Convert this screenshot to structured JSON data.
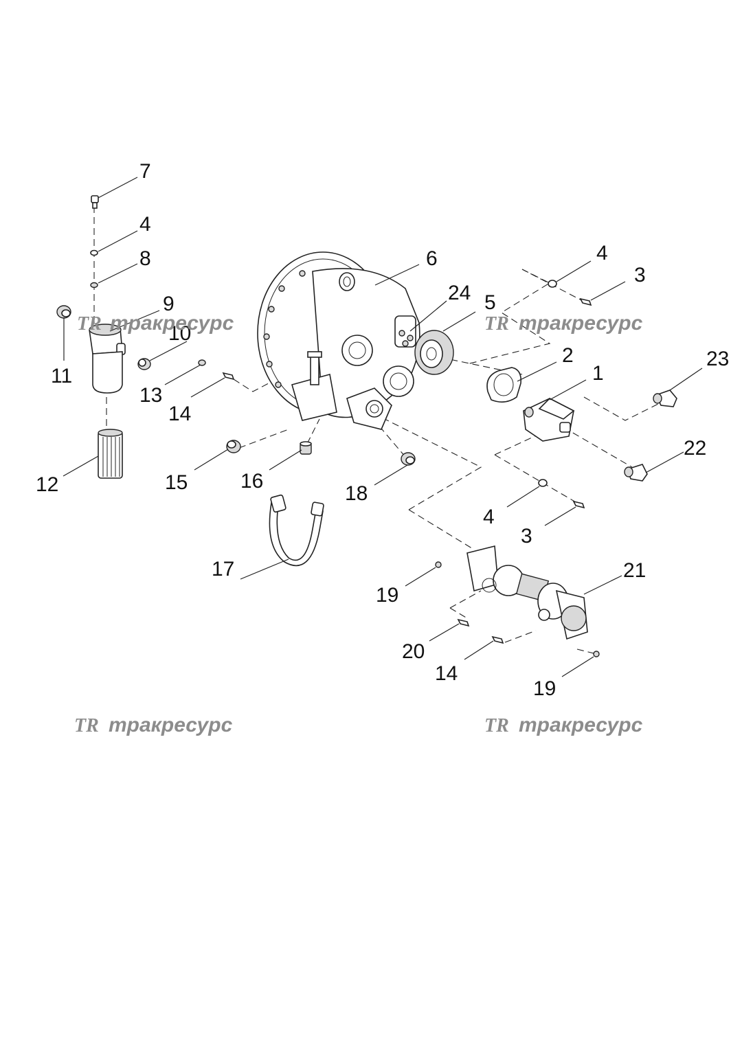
{
  "callouts": [
    {
      "id": "c7",
      "label": "7"
    },
    {
      "id": "c4a",
      "label": "4"
    },
    {
      "id": "c8",
      "label": "8"
    },
    {
      "id": "c9",
      "label": "9"
    },
    {
      "id": "c10",
      "label": "10"
    },
    {
      "id": "c11",
      "label": "11"
    },
    {
      "id": "c12",
      "label": "12"
    },
    {
      "id": "c13",
      "label": "13"
    },
    {
      "id": "c14a",
      "label": "14"
    },
    {
      "id": "c15",
      "label": "15"
    },
    {
      "id": "c16",
      "label": "16"
    },
    {
      "id": "c17",
      "label": "17"
    },
    {
      "id": "c18",
      "label": "18"
    },
    {
      "id": "c6",
      "label": "6"
    },
    {
      "id": "c24",
      "label": "24"
    },
    {
      "id": "c5",
      "label": "5"
    },
    {
      "id": "c4b",
      "label": "4"
    },
    {
      "id": "c3a",
      "label": "3"
    },
    {
      "id": "c2",
      "label": "2"
    },
    {
      "id": "c1",
      "label": "1"
    },
    {
      "id": "c23",
      "label": "23"
    },
    {
      "id": "c22",
      "label": "22"
    },
    {
      "id": "c4c",
      "label": "4"
    },
    {
      "id": "c3b",
      "label": "3"
    },
    {
      "id": "c21",
      "label": "21"
    },
    {
      "id": "c19a",
      "label": "19"
    },
    {
      "id": "c20",
      "label": "20"
    },
    {
      "id": "c14b",
      "label": "14"
    },
    {
      "id": "c19b",
      "label": "19"
    }
  ],
  "watermark": {
    "logo": "TR",
    "text": "тракресурс"
  },
  "colors": {
    "line": "#222222",
    "watermark": "#8c8c8c",
    "background": "#ffffff"
  }
}
